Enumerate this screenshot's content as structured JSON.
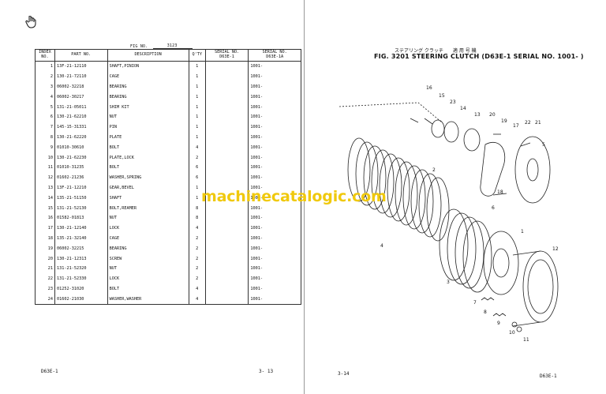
{
  "left_page": {
    "fig_no_label": "FIG NO.",
    "fig_no_value": "3123",
    "headers": {
      "index": "INDEX\nNO.",
      "part_no": "PART NO.",
      "description": "DESCRIPTION",
      "qty": "Q'TY",
      "serial_1": "SERIAL NO.\nD63E-1",
      "serial_2": "SERIAL NO.\nD63E-1A"
    },
    "rows": [
      [
        "1",
        "13F-21-12110",
        "SHAFT,PINION",
        "1",
        "1001-"
      ],
      [
        "2",
        "130-21-72110",
        "CAGE",
        "1",
        "1001-"
      ],
      [
        "3",
        "06002-32218",
        "BEARING",
        "1",
        "1001-"
      ],
      [
        "4",
        "06002-30217",
        "BEARING",
        "1",
        "1001-"
      ],
      [
        "5",
        "131-21-05011",
        "SHIM KIT",
        "1",
        "1001-"
      ],
      [
        "6",
        "130-21-62210",
        "NUT",
        "1",
        "1001-"
      ],
      [
        "7",
        "145-15-31331",
        "PIN",
        "1",
        "1001-"
      ],
      [
        "8",
        "130-21-62220",
        "PLATE",
        "1",
        "1001-"
      ],
      [
        "9",
        "01010-30610",
        "BOLT",
        "4",
        "1001-"
      ],
      [
        "10",
        "130-21-62230",
        "PLATE,LOCK",
        "2",
        "1001-"
      ],
      [
        "11",
        "01010-31235",
        "BOLT",
        "6",
        "1001-"
      ],
      [
        "12",
        "01602-21236",
        "WASHER,SPRING",
        "6",
        "1001-"
      ],
      [
        "13",
        "13F-21-12210",
        "GEAR,BEVEL",
        "1",
        "1001-"
      ],
      [
        "14",
        "135-21-51150",
        "SHAFT",
        "1",
        "1001-"
      ],
      [
        "15",
        "131-21-52130",
        "BOLT,REAMER",
        "8",
        "1001-"
      ],
      [
        "16",
        "01582-01813",
        "NUT",
        "8",
        "1001-"
      ],
      [
        "17",
        "130-21-12140",
        "LOCK",
        "4",
        "1001-"
      ],
      [
        "18",
        "135-21-32140",
        "CAGE",
        "2",
        "1001-"
      ],
      [
        "19",
        "06002-32215",
        "BEARING",
        "2",
        "1001-"
      ],
      [
        "20",
        "130-21-12313",
        "SCREW",
        "2",
        "1001-"
      ],
      [
        "21",
        "131-21-52320",
        "NUT",
        "2",
        "1001-"
      ],
      [
        "22",
        "131-21-52330",
        "LOCK",
        "2",
        "1001-"
      ],
      [
        "23",
        "01252-31020",
        "BOLT",
        "4",
        "1001-"
      ],
      [
        "24",
        "01602-21030",
        "WASHER,WASHER",
        "4",
        "1001-"
      ]
    ],
    "footer_model": "D63E-1",
    "page_number": "3- 13"
  },
  "right_page": {
    "title_jp": "ステアリング クラッチ　　適 用 号 機",
    "title": "FIG. 3201  STEERING CLUTCH (D63E-1 SERIAL NO. 1001- )",
    "page_number": "3-14",
    "footer_model": "D63E-1",
    "callouts": [
      "16",
      "15",
      "23",
      "14",
      "13",
      "20",
      "19",
      "17",
      "22",
      "21",
      "5",
      "2",
      "1",
      "18",
      "6",
      "4",
      "3",
      "12",
      "7",
      "8",
      "9",
      "10",
      "11"
    ]
  },
  "watermark": "machinecatalogic.com",
  "icons": {
    "cursor": "hand-icon"
  }
}
